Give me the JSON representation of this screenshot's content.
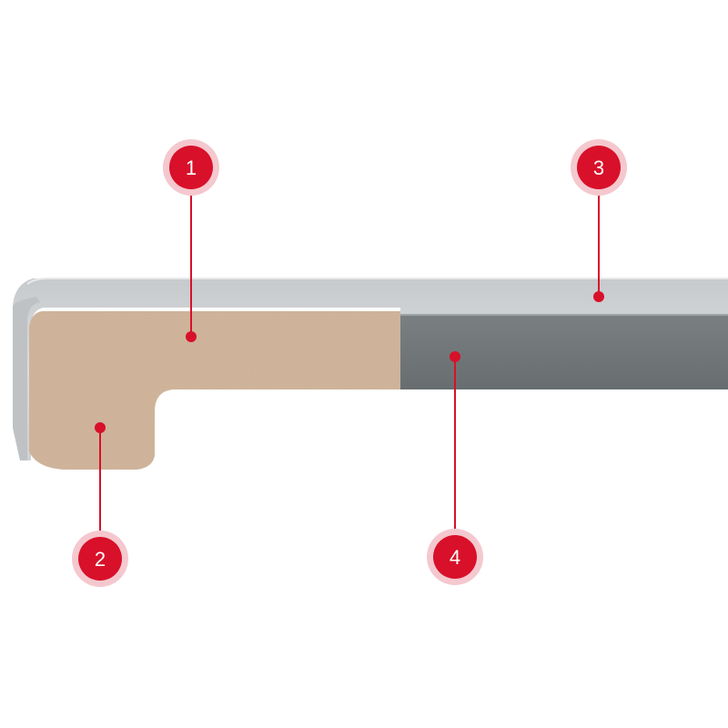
{
  "markers": [
    {
      "id": "1",
      "label": "1"
    },
    {
      "id": "2",
      "label": "2"
    },
    {
      "id": "3",
      "label": "3"
    },
    {
      "id": "4",
      "label": "4"
    }
  ],
  "colors": {
    "marker_red": "#d8102a",
    "marker_halo": "#f3c6cc",
    "surface_light_gray": "#d6d8da",
    "surface_shadow_gray": "#b9bcbf",
    "core_dark_gray": "#6f7577",
    "particleboard_base": "#c9a98a",
    "particleboard_dark": "#a98668",
    "particleboard_light": "#e6d2bc",
    "leader_line": "#d8102a"
  }
}
